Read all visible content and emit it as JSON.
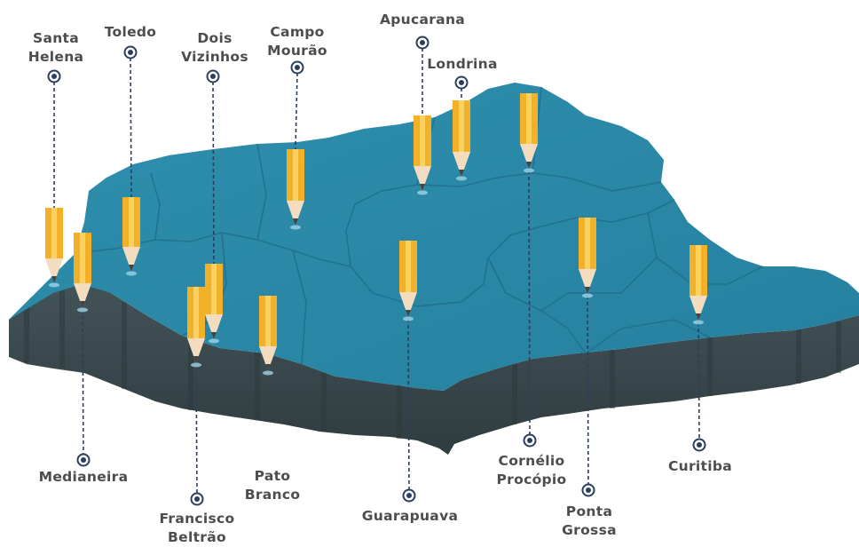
{
  "colors": {
    "map_top": "#2a87a6",
    "map_top_light": "#3392b1",
    "map_side": "#3c4c51",
    "map_side_dark": "#2c393d",
    "borders": "#1f6f8c",
    "pencil_body": "#f3b12a",
    "pencil_stripe": "#fad261",
    "pencil_wood": "#f3dcc0",
    "pencil_lead": "#444444",
    "marker": "#2b3e5e",
    "dash": "#2b3e5e",
    "label": "#4d4d4d"
  },
  "cities": [
    {
      "id": "santa-helena",
      "lines": [
        "Santa",
        "Helena"
      ]
    },
    {
      "id": "toledo",
      "lines": [
        "Toledo"
      ]
    },
    {
      "id": "dois-vizinhos",
      "lines": [
        "Dois",
        "Vizinhos"
      ]
    },
    {
      "id": "campo-mourao",
      "lines": [
        "Campo",
        "Mourão"
      ]
    },
    {
      "id": "apucarana",
      "lines": [
        "Apucarana"
      ]
    },
    {
      "id": "londrina",
      "lines": [
        "Londrina"
      ]
    },
    {
      "id": "medianeira",
      "lines": [
        "Medianeira"
      ]
    },
    {
      "id": "francisco-beltrao",
      "lines": [
        "Francisco",
        "Beltrão"
      ]
    },
    {
      "id": "pato-branco",
      "lines": [
        "Pato",
        "Branco"
      ]
    },
    {
      "id": "guarapuava",
      "lines": [
        "Guarapuava"
      ]
    },
    {
      "id": "cornelio-procopio",
      "lines": [
        "Cornélio",
        "Procópio"
      ]
    },
    {
      "id": "ponta-grossa",
      "lines": [
        "Ponta",
        "Grossa"
      ]
    },
    {
      "id": "curitiba",
      "lines": [
        "Curitiba"
      ]
    }
  ]
}
